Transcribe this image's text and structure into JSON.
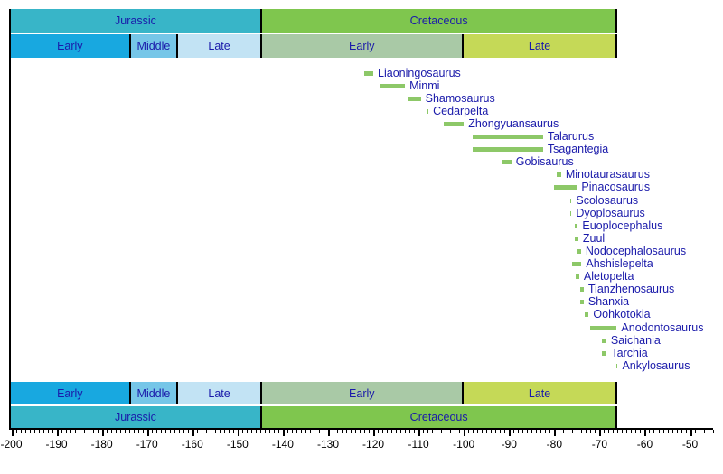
{
  "chart_data": {
    "type": "bar",
    "subtype": "horizontal-range-timeline",
    "title": "",
    "xlabel": "",
    "ylabel": "",
    "legend": null,
    "grid": false,
    "axis": {
      "min": -200.5,
      "max": -45,
      "minor_tick_step": 1,
      "major_tick_step": 10,
      "major_tick_values": [
        -200,
        -190,
        -180,
        -170,
        -160,
        -150,
        -140,
        -130,
        -120,
        -110,
        -100,
        -90,
        -80,
        -70,
        -60,
        -50
      ],
      "major_tick_labels": [
        "-200",
        "-190",
        "-180",
        "-170",
        "-160",
        "-150",
        "-140",
        "-130",
        "-120",
        "-110",
        "-100",
        "-90",
        "-80",
        "-70",
        "-60",
        "-50"
      ]
    },
    "period_segments": [
      {
        "label": "Jurassic",
        "start": -200.5,
        "end": -145,
        "color": "#38b5c8"
      },
      {
        "label": "Cretaceous",
        "start": -145,
        "end": -66,
        "color": "#7fc64e"
      }
    ],
    "epoch_segments": [
      {
        "label": "Early",
        "start": -200.5,
        "end": -174,
        "color": "#18a8e0"
      },
      {
        "label": "Middle",
        "start": -174,
        "end": -163.5,
        "color": "#76c6e8"
      },
      {
        "label": "Late",
        "start": -163.5,
        "end": -145,
        "color": "#c2e3f4"
      },
      {
        "label": "Early",
        "start": -145,
        "end": -100.5,
        "color": "#a9c9a6"
      },
      {
        "label": "Late",
        "start": -100.5,
        "end": -66,
        "color": "#c5d957"
      }
    ],
    "taxa": [
      {
        "name": "Liaoningosaurus",
        "start": -122.0,
        "end": -120.0
      },
      {
        "name": "Minmi",
        "start": -118.5,
        "end": -113.0
      },
      {
        "name": "Shamosaurus",
        "start": -112.5,
        "end": -109.5
      },
      {
        "name": "Cedarpelta",
        "start": -108.2,
        "end": -107.8
      },
      {
        "name": "Zhongyuansaurus",
        "start": -104.5,
        "end": -100.0
      },
      {
        "name": "Talarurus",
        "start": -98.0,
        "end": -82.5
      },
      {
        "name": "Tsagantegia",
        "start": -98.0,
        "end": -82.5
      },
      {
        "name": "Gobisaurus",
        "start": -91.5,
        "end": -89.5
      },
      {
        "name": "Minotaurasaurus",
        "start": -79.5,
        "end": -78.5
      },
      {
        "name": "Pinacosaurus",
        "start": -80.0,
        "end": -75.0
      },
      {
        "name": "Scolosaurus",
        "start": -76.5,
        "end": -76.2
      },
      {
        "name": "Dyoplosaurus",
        "start": -76.5,
        "end": -76.2
      },
      {
        "name": "Euoplocephalus",
        "start": -75.5,
        "end": -74.8
      },
      {
        "name": "Zuul",
        "start": -75.5,
        "end": -74.7
      },
      {
        "name": "Nodocephalosaurus",
        "start": -75.0,
        "end": -74.1
      },
      {
        "name": "Ahshislepelta",
        "start": -76.0,
        "end": -74.0
      },
      {
        "name": "Aletopelta",
        "start": -75.3,
        "end": -74.5
      },
      {
        "name": "Tianzhenosaurus",
        "start": -74.3,
        "end": -73.5
      },
      {
        "name": "Shanxia",
        "start": -74.3,
        "end": -73.5
      },
      {
        "name": "Oohkotokia",
        "start": -73.3,
        "end": -72.4
      },
      {
        "name": "Anodontosaurus",
        "start": -72.0,
        "end": -66.2
      },
      {
        "name": "Saichania",
        "start": -69.5,
        "end": -68.5
      },
      {
        "name": "Tarchia",
        "start": -69.5,
        "end": -68.4
      },
      {
        "name": "Ankylosaurus",
        "start": -66.3,
        "end": -66.0
      }
    ],
    "colors": {
      "taxon_bar": "#8dc868",
      "label_text": "#1a1aaa",
      "axis_text": "#000000",
      "background": "#ffffff",
      "separator": "#000000"
    }
  }
}
